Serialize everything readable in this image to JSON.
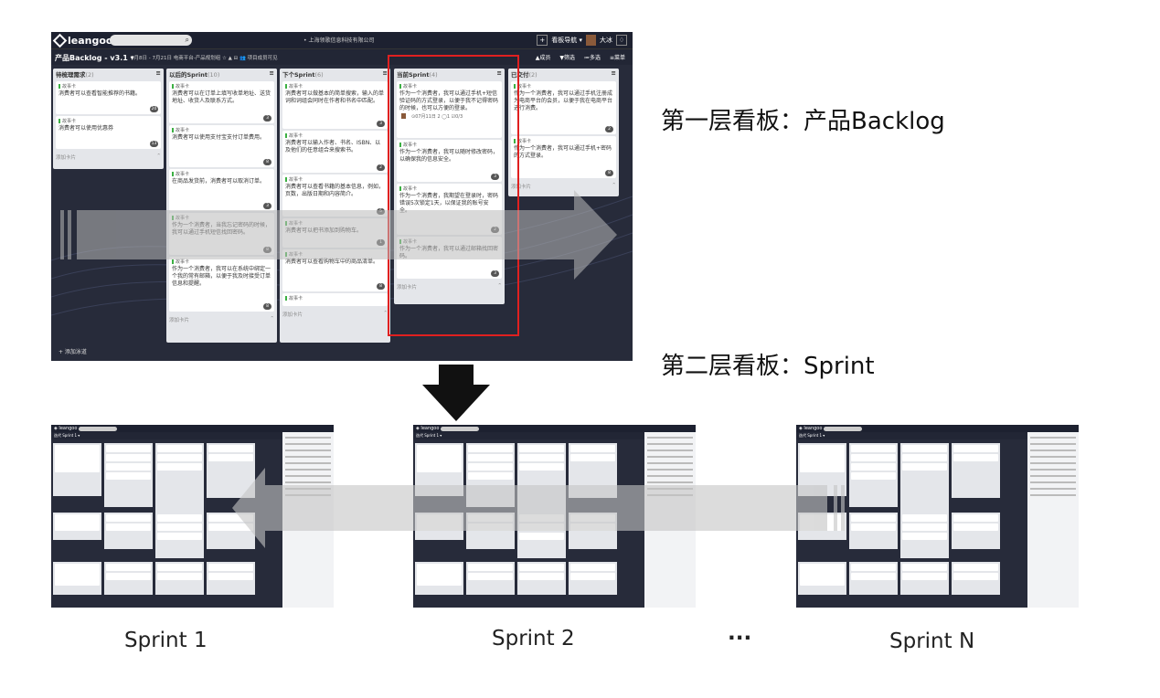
{
  "big_board": {
    "logo": "leangoo",
    "search_icon": "⌕",
    "company": "• 上海领歌信息科技有限公司",
    "topbar_right": {
      "add": "+",
      "board_nav": "看板导航 ▾",
      "user": "大冰",
      "bell_icon": "bell-icon"
    },
    "board_title": "产品Backlog - v3.1 ▾",
    "board_date": "7月8日 - 7月21日  电商平台-产品规划组  ☆  ▲  ⊟  👥 项目成员可见",
    "sub_right": {
      "members": "▲成员",
      "filter": "▼筛选",
      "multi": "≔多选",
      "menu": "≡菜单"
    },
    "columns": [
      {
        "title": "待梳理需求",
        "count": "(2)",
        "footer": "添加卡片",
        "cards": [
          {
            "tag": "故事卡",
            "text": "消费者可以查看智能推荐的书籍。",
            "badge": "20"
          },
          {
            "tag": "故事卡",
            "text": "消费者可以使用优惠券",
            "badge": "13"
          }
        ]
      },
      {
        "title": "以后的Sprint",
        "count": "(10)",
        "footer": "添加卡片",
        "cards": [
          {
            "tag": "故事卡",
            "text": "消费者可以在订单上填写收单地址、送货地址、收货人及联系方式。",
            "badge": "3"
          },
          {
            "tag": "故事卡",
            "text": "消费者可以使用支付宝支付订单费用。",
            "badge": "8"
          },
          {
            "tag": "故事卡",
            "text": "在商品发货前，消费者可以取消订单。",
            "badge": "3"
          },
          {
            "tag": "故事卡",
            "text": "作为一个消费者，当我忘记密码的时候，我可以通过手机短信找回密码。",
            "badge": "8"
          },
          {
            "tag": "故事卡",
            "text": "作为一个消费者，我可以在系统中绑定一个我的常有邮箱，以便于我及时接受订单信息和提醒。",
            "badge": "8"
          }
        ]
      },
      {
        "title": "下个Sprint",
        "count": "(6)",
        "footer": "添加卡片",
        "cards": [
          {
            "tag": "故事卡",
            "text": "消费者可以做基本的简单搜索，输入的单词和词组会同时在作者和书名中匹配。",
            "badge": "3"
          },
          {
            "tag": "故事卡",
            "text": "消费者可以输入作者、书名、ISBN、以及他们的任意组合来搜索书。",
            "badge": "2"
          },
          {
            "tag": "故事卡",
            "text": "消费者可以查看书籍的基本信息，例如，页数，出版日期和内容简介。",
            "badge": "5"
          },
          {
            "tag": "故事卡",
            "text": "消费者可以把书添加到购物车。",
            "badge": "1"
          },
          {
            "tag": "故事卡",
            "text": "消费者可以查看购物车中的商品清单。",
            "badge": "8"
          },
          {
            "tag": "故事卡",
            "text": "",
            "badge": ""
          }
        ]
      },
      {
        "title": "当前Sprint",
        "count": "(4)",
        "footer": "添加卡片",
        "cards": [
          {
            "tag": "故事卡",
            "text": "作为一个消费者，我可以通过手机+短信验证码的方式登录，以便于我不记得密码的时候，也可以方便的登录。",
            "badge": "",
            "meta": "⊙07月11日  2  ◯1  ☑0/3"
          },
          {
            "tag": "故事卡",
            "text": "作为一个消费者，我可以随时修改密码，以确保我的信息安全。",
            "badge": "3"
          },
          {
            "tag": "故事卡",
            "text": "作为一个消费者，我期望在登录时，密码错误5次锁定1天，以保证我的账号安全。",
            "badge": "2"
          },
          {
            "tag": "故事卡",
            "text": "作为一个消费者，我可以通过邮箱找回密码。",
            "badge": "3"
          }
        ]
      },
      {
        "title": "已交付",
        "count": "(2)",
        "footer": "添加卡片",
        "cards": [
          {
            "tag": "故事卡",
            "text": "作为一个消费者，我可以通过手机注册成为电商平台的会员，以便于我在电商平台进行消费。",
            "badge": "2"
          },
          {
            "tag": "故事卡",
            "text": "作为一个消费者，我可以通过手机+密码的方式登录。",
            "badge": "8"
          }
        ]
      }
    ],
    "add_lane": "+ 添加泳道"
  },
  "labels": {
    "layer1": "第一层看板：产品Backlog",
    "layer2": "第二层看板：Sprint"
  },
  "sprints": {
    "s1": "Sprint 1",
    "s2": "Sprint 2",
    "ellipsis": "...",
    "sn": "Sprint N"
  },
  "small_board": {
    "logo": "◈ leangoo",
    "title": "迭代 Sprint 1 ▾"
  }
}
